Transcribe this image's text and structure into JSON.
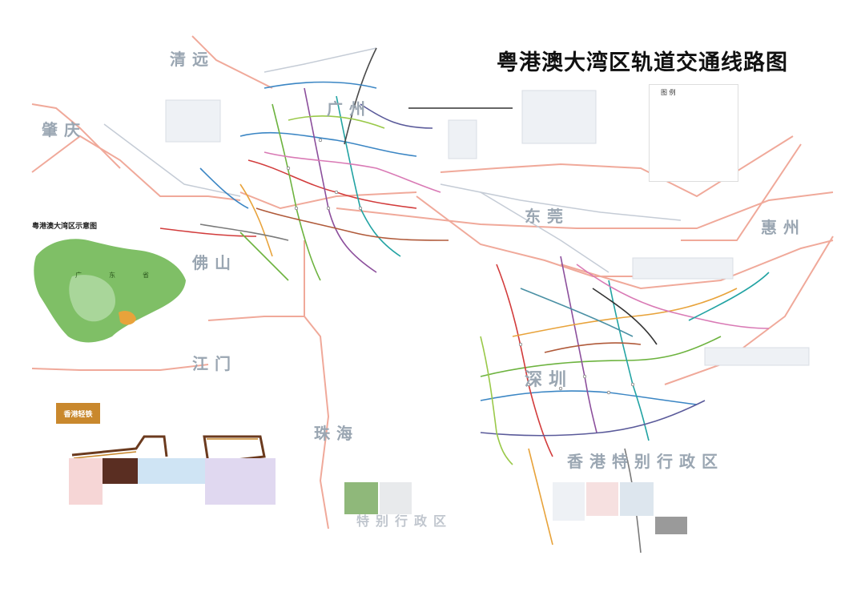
{
  "title": "粤港澳大湾区轨道交通线路图",
  "inset": {
    "title": "粤港澳大湾区示意图",
    "labels": [
      "广",
      "东",
      "省"
    ]
  },
  "cities": [
    {
      "name": "清远",
      "cls": ""
    },
    {
      "name": "广州",
      "cls": ""
    },
    {
      "name": "肇庆",
      "cls": ""
    },
    {
      "name": "东莞",
      "cls": ""
    },
    {
      "name": "惠州",
      "cls": ""
    },
    {
      "name": "佛山",
      "cls": ""
    },
    {
      "name": "江门",
      "cls": ""
    },
    {
      "name": "深圳",
      "cls": "big"
    },
    {
      "name": "珠海",
      "cls": ""
    },
    {
      "name": "香港特别行政区",
      "cls": ""
    },
    {
      "name": "特别行政区",
      "cls": ""
    }
  ],
  "legend": {
    "title": "图 例"
  },
  "hk_panel": {
    "title": "香港轻铁"
  },
  "colors": {
    "intercity": "#f0a99a",
    "metro_blue": "#3b86c4",
    "metro_green": "#6db33f",
    "metro_purple": "#8c4f9c",
    "metro_red": "#d23c3c",
    "metro_teal": "#22a3a3",
    "hk_brown": "#6b3a1e",
    "hk_gold": "#c9882d",
    "city_label": "#9aa6b2",
    "inset_green": "#7fbf66"
  }
}
